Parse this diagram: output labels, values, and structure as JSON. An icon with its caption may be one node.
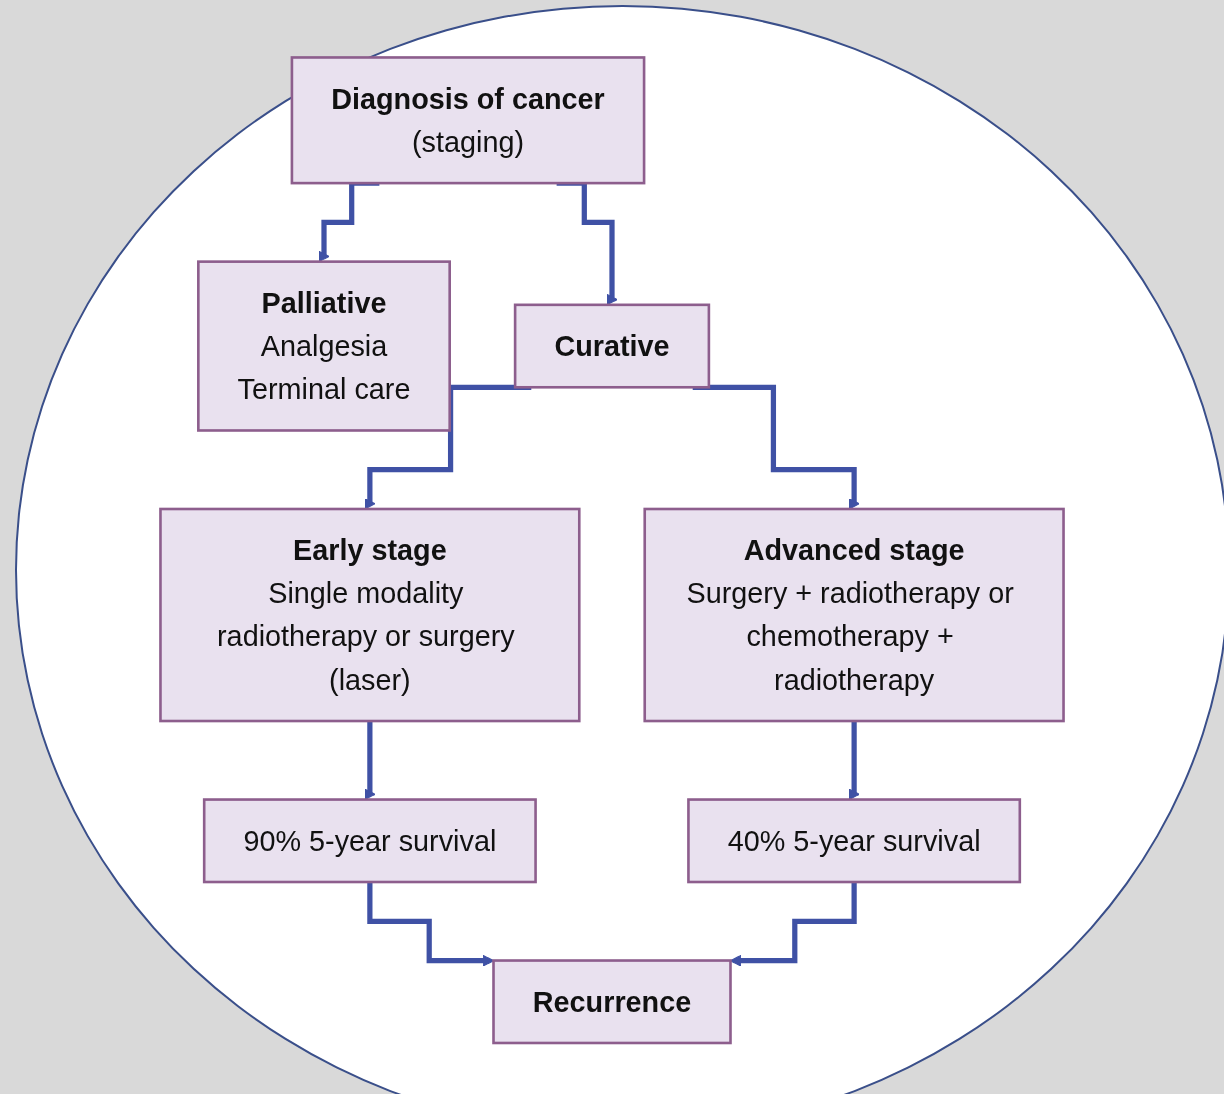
{
  "diagram": {
    "nodes": [
      {
        "text": [
          "Diagnosis of cancer",
          "(staging)"
        ]
      },
      {
        "text": [
          "Palliative",
          "Analgesia",
          "Terminal care"
        ]
      },
      {
        "text": [
          "Curative"
        ]
      },
      {
        "text": [
          "Early stage",
          "Single modality radiotherapy or surgery (laser)"
        ]
      },
      {
        "text": [
          "Advanced stage",
          "Surgery + radiotherapy or chemotherapy + radiotherapy"
        ]
      },
      {
        "text": [
          "90% 5-year survival"
        ]
      },
      {
        "text": [
          "40% 5-year survival"
        ]
      },
      {
        "text": [
          "Recurrence"
        ]
      }
    ],
    "edges": [
      {
        "from": 0,
        "to": 1,
        "arrow": "to"
      },
      {
        "from": 0,
        "to": 2,
        "arrow": "to"
      },
      {
        "from": 2,
        "to": 3,
        "arrow": "to"
      },
      {
        "from": 2,
        "to": 4,
        "arrow": "to"
      },
      {
        "from": 3,
        "to": 5,
        "arrow": "to"
      },
      {
        "from": 4,
        "to": 6,
        "arrow": "to"
      },
      {
        "from": 5,
        "to": 7,
        "arrow": "to"
      },
      {
        "from": 6,
        "to": 7,
        "arrow": "to"
      }
    ]
  }
}
